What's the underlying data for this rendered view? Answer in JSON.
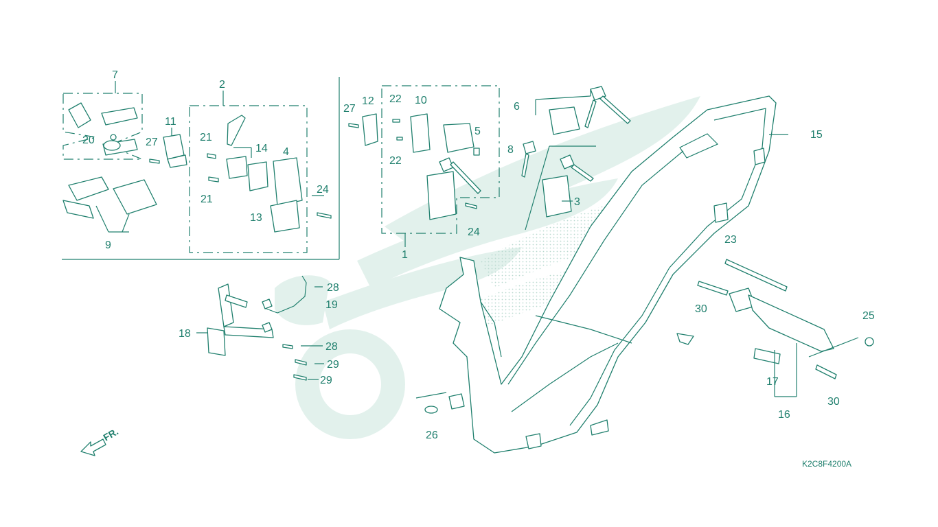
{
  "diagram": {
    "drawing_code": "K2C8F4200A",
    "direction_label": "FR.",
    "callouts": {
      "c1": "1",
      "c2": "2",
      "c3": "3",
      "c4": "4",
      "c5": "5",
      "c6": "6",
      "c7": "7",
      "c8": "8",
      "c9": "9",
      "c10": "10",
      "c11": "11",
      "c12": "12",
      "c13": "13",
      "c14": "14",
      "c15": "15",
      "c16": "16",
      "c17": "17",
      "c18": "18",
      "c19": "19",
      "c20": "20",
      "c21": "21",
      "c22": "22",
      "c23": "23",
      "c24": "24",
      "c25": "25",
      "c26": "26",
      "c27": "27",
      "c28": "28",
      "c29": "29",
      "c30": "30"
    },
    "colors": {
      "line": "#1f7f6d",
      "watermark": "#e2f1ec",
      "background": "#ffffff"
    }
  }
}
